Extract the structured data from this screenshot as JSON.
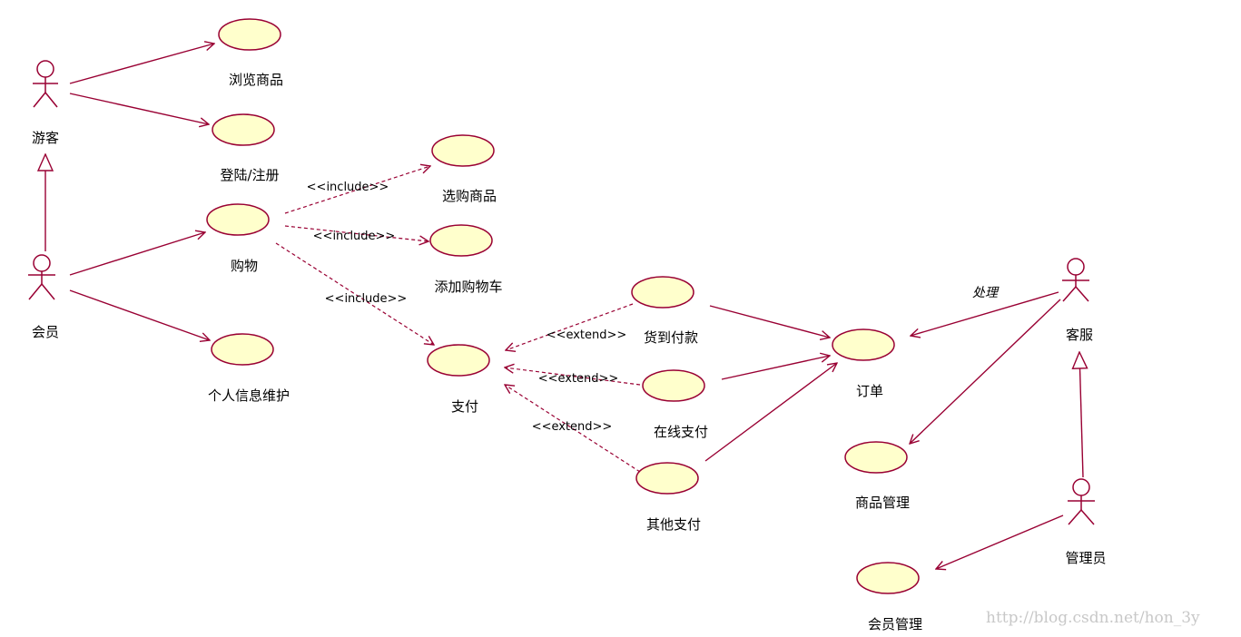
{
  "actors": {
    "guest": "游客",
    "member": "会员",
    "service": "客服",
    "admin": "管理员"
  },
  "use_cases": {
    "browse": "浏览商品",
    "login": "登陆/注册",
    "shopping": "购物",
    "profile": "个人信息维护",
    "select": "选购商品",
    "cart": "添加购物车",
    "pay": "支付",
    "cod": "货到付款",
    "online": "在线支付",
    "other": "其他支付",
    "order": "订单",
    "goods_mgmt": "商品管理",
    "member_mgmt": "会员管理"
  },
  "relations": {
    "include_1": "<<include>>",
    "include_2": "<<include>>",
    "include_3": "<<include>>",
    "extend_1": "<<extend>>",
    "extend_2": "<<extend>>",
    "extend_3": "<<extend>>",
    "handle": "处理"
  },
  "watermark": "http://blog.csdn.net/hon_3y",
  "colors": {
    "line": "#990033",
    "use_case_fill": "#ffffcc"
  }
}
